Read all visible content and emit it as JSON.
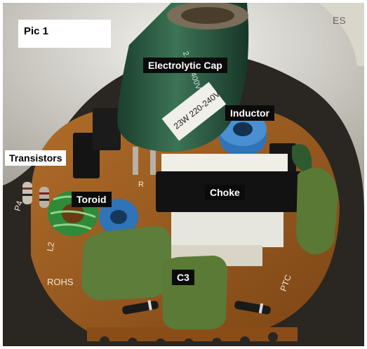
{
  "caption": "Pic 1",
  "labels": {
    "electrolytic_cap": "Electrolytic Cap",
    "inductor": "Inductor",
    "transistors": "Transistors",
    "toroid": "Toroid",
    "choke": "Choke",
    "c3": "C3"
  },
  "pcb_print": {
    "rohs": "ROHS",
    "p4": "P4",
    "l2": "L2",
    "ptc": "PTC",
    "r": "R"
  },
  "component_print": {
    "cap_sleeve": "2.2μF 400V",
    "cap_sticker": "23W 220-240V"
  },
  "colors": {
    "pcb": "#9a5a1e",
    "cap_body": "#2c5a42",
    "film_cap": "#5d7d3a",
    "inductor_coil": "#2f73b8",
    "toroid_wire": "#2f8a3a",
    "choke_core": "#e8e8e0"
  }
}
